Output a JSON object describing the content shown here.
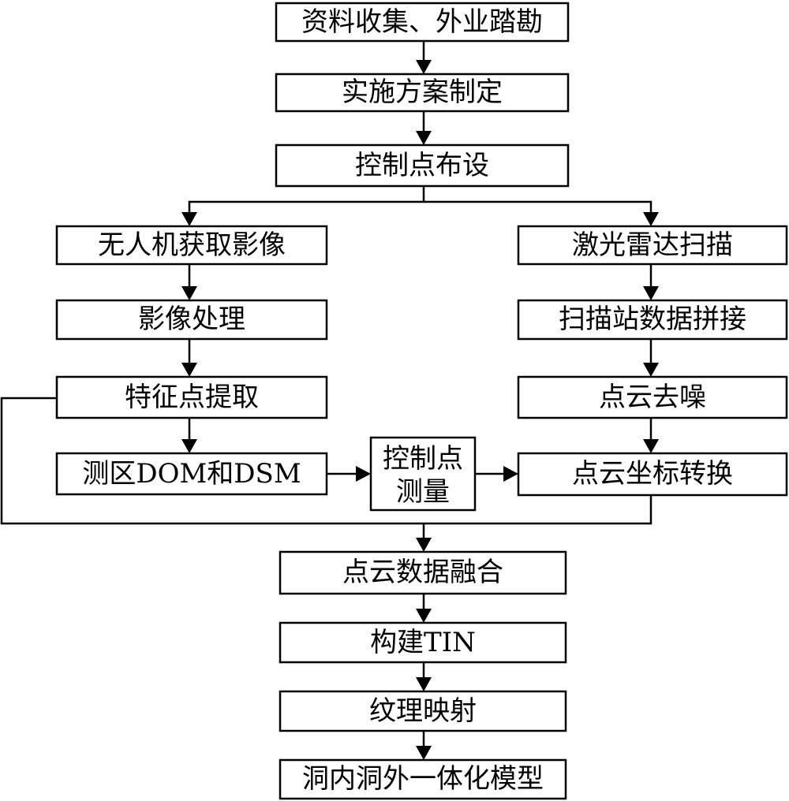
{
  "nodes": {
    "collect": "资料收集、外业踏勘",
    "plan": "实施方案制定",
    "control_layout": "控制点布设",
    "uav_capture": "无人机获取影像",
    "image_processing": "影像处理",
    "feature_extract": "特征点提取",
    "dom_dsm": "测区DOM和DSM",
    "control_measure_line1": "控制点",
    "control_measure_line2": "测量",
    "lidar_scan": "激光雷达扫描",
    "station_stitch": "扫描站数据拼接",
    "denoise": "点云去噪",
    "coord_transform": "点云坐标转换",
    "fusion": "点云数据融合",
    "build_tin": "构建TIN",
    "texture_map": "纹理映射",
    "final_model": "洞内洞外一体化模型"
  },
  "colors": {
    "stroke": "#000000",
    "fill": "#ffffff"
  }
}
